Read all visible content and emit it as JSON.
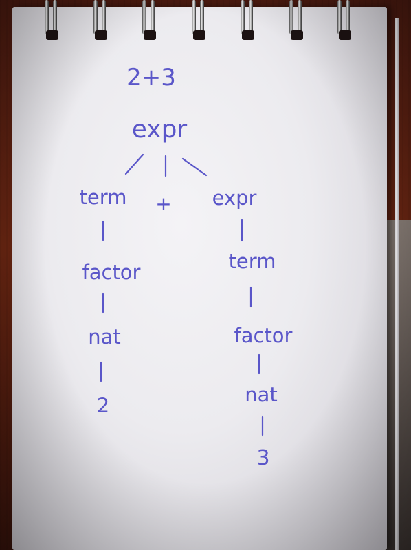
{
  "photo": {
    "subject": "handwritten parse tree on spiral notebook",
    "ink_color": "#5a56c9",
    "paper_color": "#ecebef"
  },
  "notebook": {
    "spiral_ring_count": 7
  },
  "notes": {
    "expression": "2+3",
    "root": "expr",
    "left_child": "term",
    "operator": "+",
    "right_child": "expr",
    "left_branch": [
      "factor",
      "nat",
      "2"
    ],
    "right_branch": [
      "term",
      "factor",
      "nat",
      "3"
    ]
  }
}
